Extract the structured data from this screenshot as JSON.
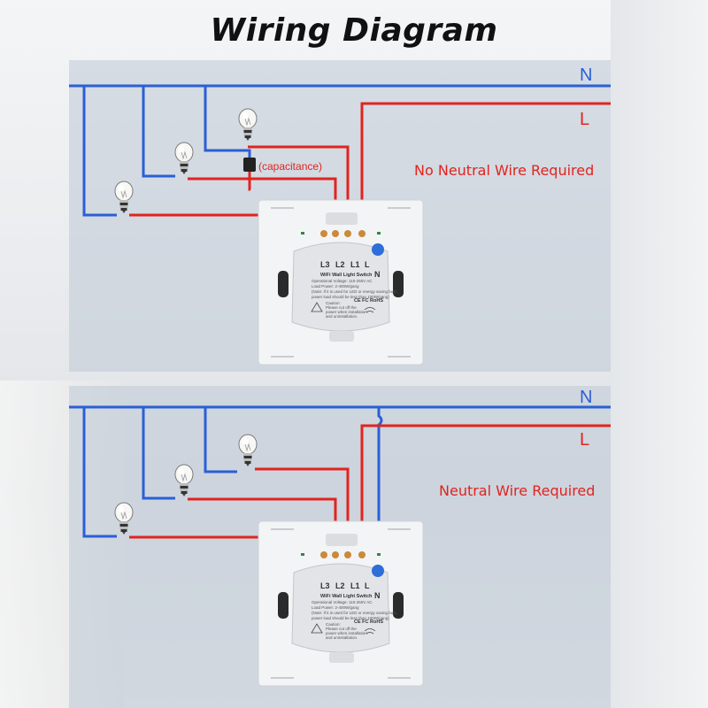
{
  "title": "Wiring Diagram",
  "colors": {
    "neutral_wire": "#2a5fd6",
    "live_wire": "#e1241f",
    "note_text": "#e1241f"
  },
  "top_diagram": {
    "neutral_label": "N",
    "live_label": "L",
    "note": "No Neutral Wire Required",
    "capacitor_label": "(capacitance)"
  },
  "bottom_diagram": {
    "neutral_label": "N",
    "live_label": "L",
    "note": "Neutral Wire Required"
  },
  "switch": {
    "terminals": [
      "L3",
      "L2",
      "L1",
      "L"
    ],
    "n_terminal": "N",
    "product_name": "WiFi Wall Light Switch",
    "spec_voltage": "Operational Voltage: 110-250V AC",
    "spec_load": "Load Power: 2-400W/gang",
    "spec_note_1": "(Note: If it is used for LED or energy saving bulb,",
    "spec_note_2": "power load should be less than 100W/gang)",
    "certifications": "CE FC RoHS",
    "caution_title": "Caution:",
    "caution_1": "Please cut off the",
    "caution_2": "power when installation",
    "caution_3": "and uninstallation."
  },
  "icons": [
    "light-bulb-icon",
    "capacitor-icon",
    "wifi-icon",
    "warning-icon"
  ]
}
